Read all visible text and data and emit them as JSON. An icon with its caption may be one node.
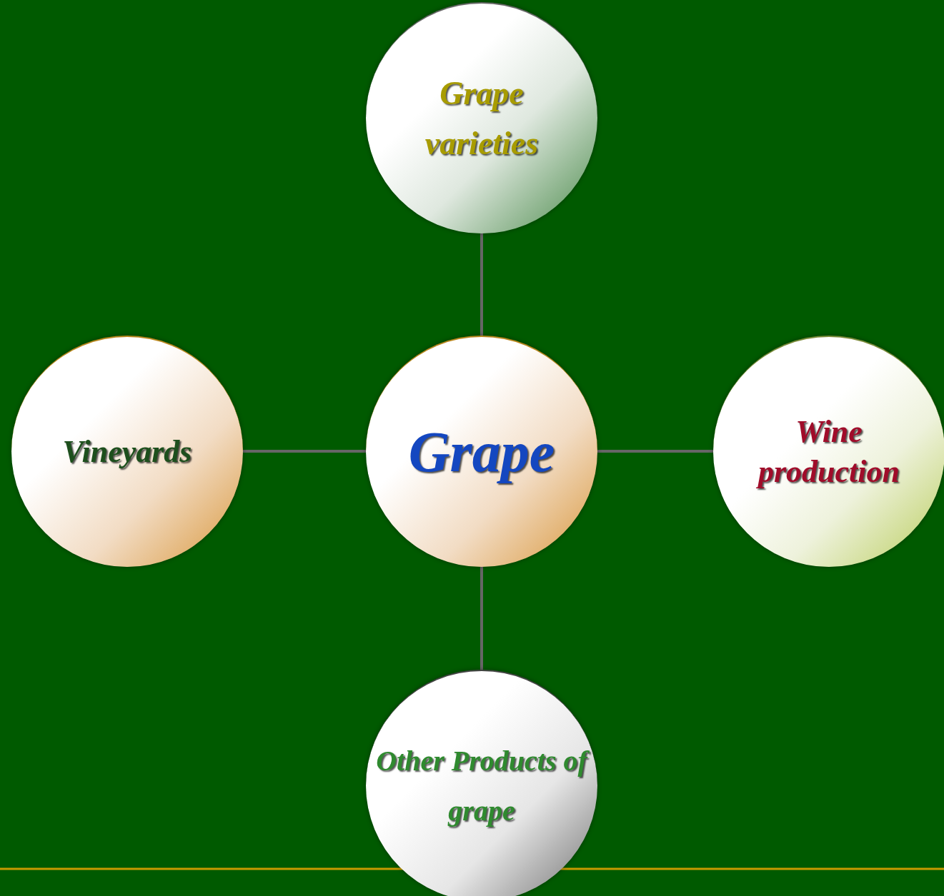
{
  "diagram": {
    "nodes": [
      {
        "text": [
          "Grape varieties"
        ]
      },
      {
        "text": [
          "Vineyards"
        ]
      },
      {
        "text": [
          "Grape"
        ]
      },
      {
        "text": [
          "Wine production"
        ]
      },
      {
        "text": [
          "Other Products of grape"
        ]
      }
    ],
    "edges": [
      {
        "from": 2,
        "to": 0,
        "arrow": "none"
      },
      {
        "from": 2,
        "to": 1,
        "arrow": "none"
      },
      {
        "from": 2,
        "to": 3,
        "arrow": "none"
      },
      {
        "from": 2,
        "to": 4,
        "arrow": "none"
      }
    ]
  }
}
